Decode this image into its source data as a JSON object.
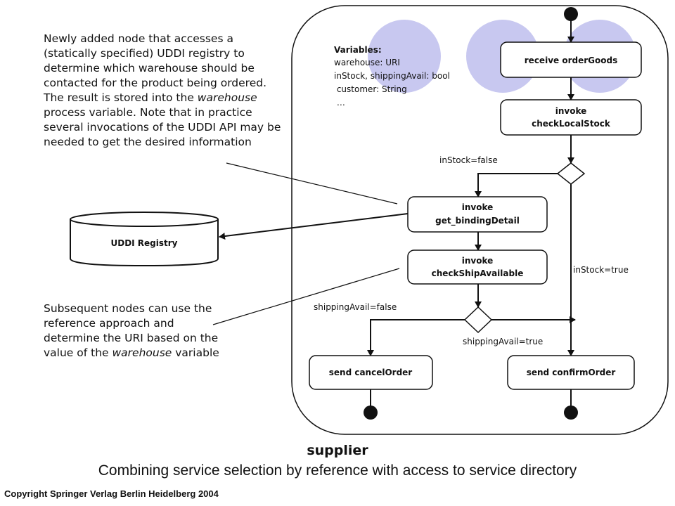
{
  "variables": {
    "title": "Variables:",
    "lines": [
      "warehouse: URI",
      "inStock, shippingAvail: bool",
      " customer: String",
      " …"
    ]
  },
  "nodes": {
    "receive_order_goods": [
      "receive orderGoods"
    ],
    "check_local_stock": [
      "invoke",
      "checkLocalStock"
    ],
    "get_binding_detail": [
      "invoke",
      "get_bindingDetail"
    ],
    "check_ship_available": [
      "invoke",
      "checkShipAvailable"
    ],
    "send_cancel_order": [
      "send cancelOrder"
    ],
    "send_confirm_order": [
      "send confirmOrder"
    ],
    "uddi_registry": [
      "UDDI Registry"
    ]
  },
  "edge_labels": {
    "in_stock_false": "inStock=false",
    "in_stock_true": "inStock=true",
    "shipping_avail_false": "shippingAvail=false",
    "shipping_avail_true": "shippingAvail=true"
  },
  "notes": {
    "top_before": "Newly added node that accesses a (statically specified) UDDI registry to determine which warehouse should be contacted for the product being ordered. The result is stored into the ",
    "top_emph": "warehouse",
    "top_after": " process variable. Note that in practice several invocations of the UDDI API may be needed to get the desired information",
    "bottom_before": "Subsequent nodes can use the reference approach and determine the URI based on the value of the ",
    "bottom_emph": "warehouse",
    "bottom_after": " variable"
  },
  "captions": {
    "supplier": "supplier",
    "combined": "Combining service selection by reference with access to service directory"
  },
  "copyright": "Copyright Springer Verlag Berlin Heidelberg 2004",
  "colors": {
    "decor_circle": "#c8c8f0",
    "line": "#111111"
  }
}
